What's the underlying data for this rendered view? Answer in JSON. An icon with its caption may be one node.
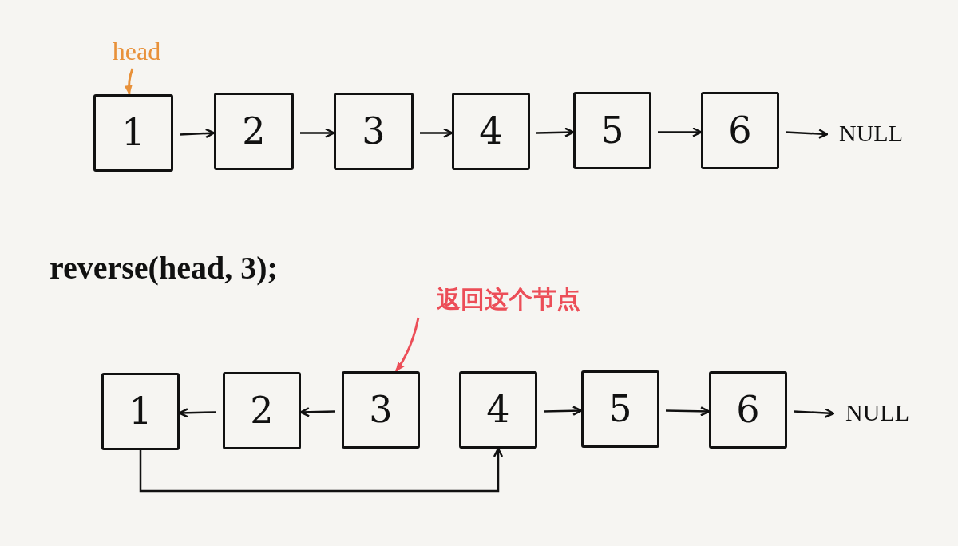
{
  "diagram": {
    "nodes": [
      {
        "text": [
          "head"
        ]
      },
      {
        "text": [
          "1"
        ]
      },
      {
        "text": [
          "2"
        ]
      },
      {
        "text": [
          "3"
        ]
      },
      {
        "text": [
          "4"
        ]
      },
      {
        "text": [
          "5"
        ]
      },
      {
        "text": [
          "6"
        ]
      },
      {
        "text": [
          "NULL"
        ]
      },
      {
        "text": [
          "返回这个节点"
        ]
      },
      {
        "text": [
          "1"
        ]
      },
      {
        "text": [
          "2"
        ]
      },
      {
        "text": [
          "3"
        ]
      },
      {
        "text": [
          "4"
        ]
      },
      {
        "text": [
          "5"
        ]
      },
      {
        "text": [
          "6"
        ]
      },
      {
        "text": [
          "NULL"
        ]
      }
    ],
    "edges": [
      {
        "from": 0,
        "to": 1,
        "arrow": "to",
        "color": "#e8913a"
      },
      {
        "from": 1,
        "to": 2,
        "arrow": "to"
      },
      {
        "from": 2,
        "to": 3,
        "arrow": "to"
      },
      {
        "from": 3,
        "to": 4,
        "arrow": "to"
      },
      {
        "from": 4,
        "to": 5,
        "arrow": "to"
      },
      {
        "from": 5,
        "to": 6,
        "arrow": "to"
      },
      {
        "from": 6,
        "to": 7,
        "arrow": "to"
      },
      {
        "from": 8,
        "to": 11,
        "arrow": "to",
        "color": "#ec4e58"
      },
      {
        "from": 10,
        "to": 9,
        "arrow": "to"
      },
      {
        "from": 11,
        "to": 10,
        "arrow": "to"
      },
      {
        "from": 12,
        "to": 13,
        "arrow": "to"
      },
      {
        "from": 13,
        "to": 14,
        "arrow": "to"
      },
      {
        "from": 14,
        "to": 15,
        "arrow": "to"
      },
      {
        "from": 9,
        "to": 12,
        "arrow": "to"
      }
    ],
    "labels": [
      "reverse(head, 3);"
    ]
  }
}
